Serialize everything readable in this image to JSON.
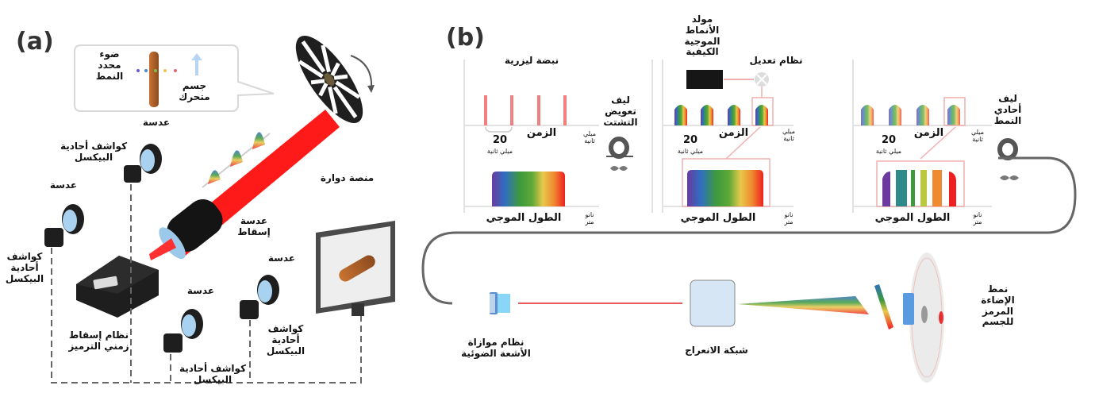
{
  "panel_a": {
    "tag": "(a)",
    "callout": {
      "pattern_light": "ضوء\nمحدد\nالنمط",
      "moving_object": "جسم\nمتحرك"
    },
    "rotating_stage": "منصة دوارة",
    "projection_lens": "عدسة\nإسقاط",
    "encoding_system": "نظام إسقاط\nزمني الترميز",
    "detectors": [
      {
        "lens": "عدسة",
        "detector": "كواشف أحادية\nالبيكسل"
      },
      {
        "lens": "عدسة",
        "detector": "كواشف\nأحادية\nالبيكسل"
      },
      {
        "lens": "عدسة",
        "detector": "كواشف أحادية\nالبيكسل"
      },
      {
        "lens": "عدسة",
        "detector": "كواشف\nأحادية\nالبيكسل"
      }
    ]
  },
  "panel_b": {
    "tag": "(b)",
    "stages": [
      {
        "title": "نبضة ليزرية",
        "time_axis": "الزمن",
        "time_unit": "ميلي\nثانية",
        "interval_value": "20",
        "interval_unit": "ميلي ثانية",
        "wavelength_axis": "الطول الموجي",
        "wavelength_unit": "نانو\nمتر"
      },
      {
        "title": "مولد\nالأنماط\nالموجية\nالكيفية",
        "modulator": "نظام تعديل",
        "time_axis": "الزمن",
        "time_unit": "ميلي\nثانية",
        "interval_value": "20",
        "interval_unit": "ميلي ثانية",
        "wavelength_axis": "الطول الموجي",
        "wavelength_unit": "نانو\nمتر"
      },
      {
        "title": "",
        "time_axis": "الزمن",
        "time_unit": "ميلي\nثانية",
        "interval_value": "20",
        "interval_unit": "ميلي ثانية",
        "wavelength_axis": "الطول الموجي",
        "wavelength_unit": "نانو\nمتر"
      }
    ],
    "fibers": {
      "dispersion_compensation": "ليف\nتعويض\nالتشتت",
      "single_mode": "ليف\nأحادي\nالنمط"
    },
    "collimator": "نظام موازاة\nالأشعة الضوئية",
    "grating": "شبكة الانعراج",
    "encoded_illumination": "نمط\nالإضاءة\nالمرمز\nللجسم"
  },
  "colors": {
    "laser_red": "#ff2020",
    "pulse_red": "#f08080",
    "lens_blue": "#bcdcf0",
    "device_black": "#1e1e1e",
    "object_brown": "#b8682e",
    "spectrum": [
      "#6a3aa0",
      "#2f6fc0",
      "#3d9a3d",
      "#5ea838",
      "#e8c84a",
      "#f08a30",
      "#ee2020"
    ]
  }
}
